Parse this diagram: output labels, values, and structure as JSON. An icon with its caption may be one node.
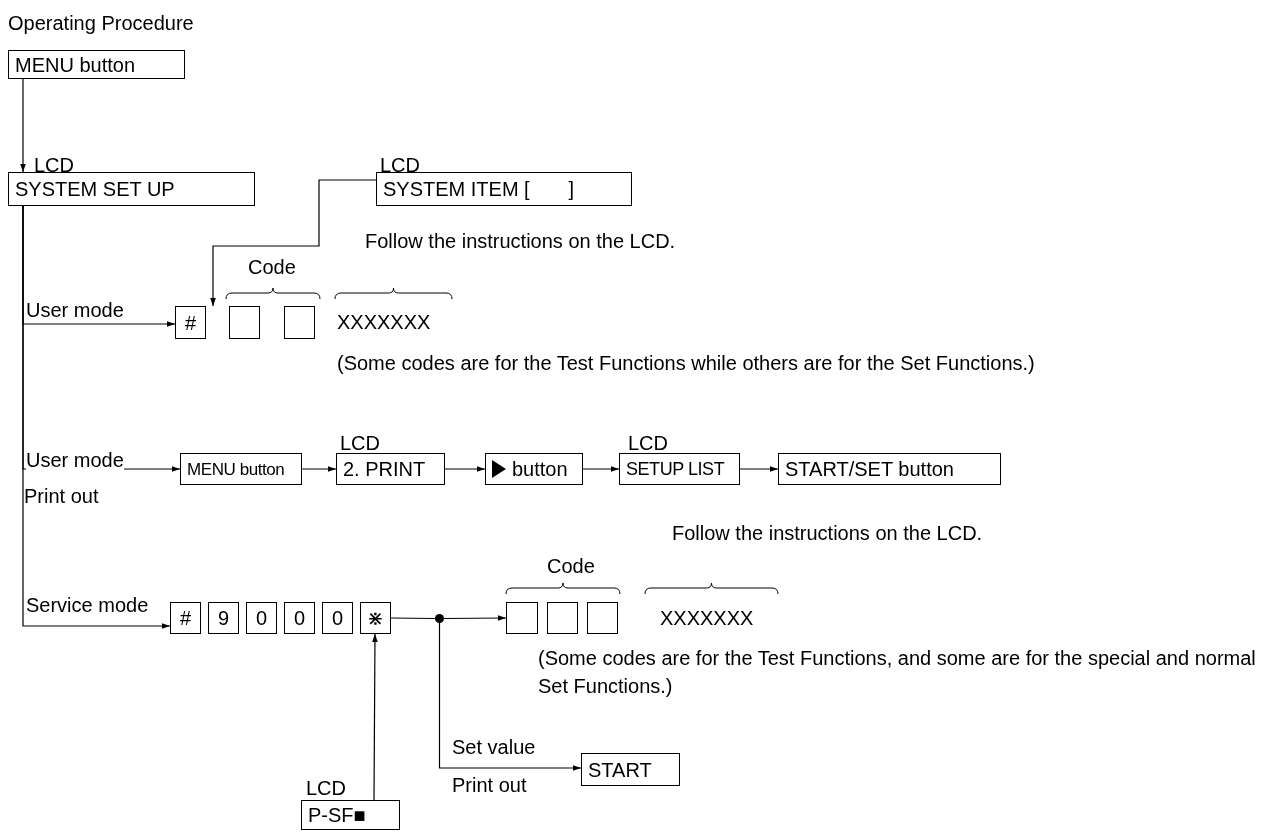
{
  "diagram": {
    "title": "Operating Procedure",
    "nodes": [
      {
        "text": [
          "MENU button"
        ]
      },
      {
        "text": [
          "SYSTEM SET UP"
        ],
        "beside": [
          "LCD"
        ]
      },
      {
        "text": [
          "SYSTEM ITEM [       ]"
        ],
        "beside": [
          "LCD"
        ]
      },
      {
        "text": [
          "#"
        ]
      },
      {
        "text": [],
        "shape": "box"
      },
      {
        "text": [],
        "shape": "box"
      },
      {
        "text": [
          "MENU button"
        ]
      },
      {
        "text": [
          "2. PRINT"
        ],
        "beside": [
          "LCD"
        ]
      },
      {
        "text": [
          "button"
        ]
      },
      {
        "text": [
          "SETUP LIST"
        ],
        "beside": [
          "LCD"
        ]
      },
      {
        "text": [
          "START/SET button"
        ]
      },
      {
        "text": [
          "#"
        ]
      },
      {
        "text": [
          "9"
        ]
      },
      {
        "text": [
          "0"
        ]
      },
      {
        "text": [
          "0"
        ]
      },
      {
        "text": [
          "0"
        ]
      },
      {
        "text": [
          "⋇"
        ]
      },
      {
        "text": [],
        "shape": "circle"
      },
      {
        "text": [],
        "shape": "box"
      },
      {
        "text": [],
        "shape": "box"
      },
      {
        "text": [],
        "shape": "box"
      },
      {
        "text": [
          "START"
        ]
      },
      {
        "text": [
          "P-SF■"
        ],
        "beside": [
          "LCD"
        ]
      }
    ],
    "edges": [
      {
        "from": 0,
        "to": 1,
        "arrow": "to"
      },
      {
        "from": 2,
        "to": 3,
        "arrow": "to"
      },
      {
        "from": 1,
        "to": 3,
        "arrow": "to",
        "label": "User mode"
      },
      {
        "from": 1,
        "to": 6,
        "arrow": "to",
        "label": "User mode"
      },
      {
        "from": 6,
        "to": 7,
        "arrow": "to"
      },
      {
        "from": 7,
        "to": 8,
        "arrow": "to"
      },
      {
        "from": 8,
        "to": 9,
        "arrow": "to"
      },
      {
        "from": 9,
        "to": 10,
        "arrow": "to"
      },
      {
        "from": 1,
        "to": 11,
        "arrow": "to",
        "label": "Service mode"
      },
      {
        "from": 16,
        "to": 17,
        "arrow": "none"
      },
      {
        "from": 17,
        "to": 18,
        "arrow": "to"
      },
      {
        "from": 17,
        "to": 21,
        "arrow": "to",
        "label": "Set value"
      },
      {
        "from": 22,
        "to": 16,
        "arrow": "to"
      }
    ],
    "labels": [
      "Code",
      "Follow the instructions on the LCD.",
      "XXXXXXX",
      "(Some codes are for the Test Functions while others are for the Set Functions.)",
      "Print out",
      "Code",
      "Follow the instructions on the LCD.",
      "XXXXXXX",
      "(Some codes are for the Test Functions, and some are for the special and normal Set Functions.)",
      "Print out"
    ]
  }
}
